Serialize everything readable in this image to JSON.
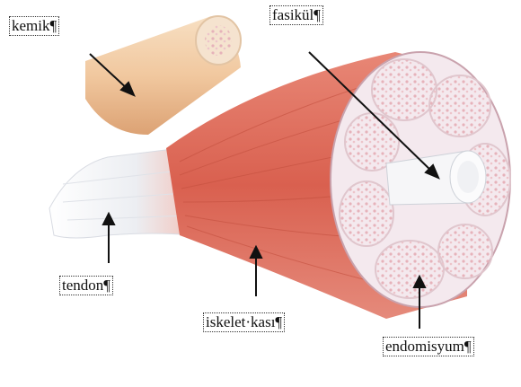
{
  "labels": {
    "bone": "kemik¶",
    "fascicle": "fasikül¶",
    "tendon": "tendon¶",
    "skeletal_muscle": "iskelet·kası¶",
    "endomysium": "endomisyum¶"
  },
  "colors": {
    "bone": "#f3d2ae",
    "bone_marrow": "#f8e6d2",
    "muscle": "#de6a58",
    "muscle_dark": "#b24436",
    "tendon": "#f4f4f6",
    "sheath": "#f6eef2",
    "fascicle": "#f7e7ec",
    "fiber_dots": "#e8b8bf"
  }
}
